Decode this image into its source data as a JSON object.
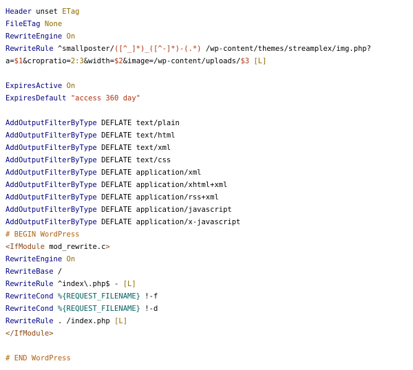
{
  "lines": [
    [
      {
        "c": "k",
        "t": "Header"
      },
      {
        "c": "v",
        "t": " unset "
      },
      {
        "c": "n",
        "t": "ETag"
      }
    ],
    [
      {
        "c": "k",
        "t": "FileETag"
      },
      {
        "c": "v",
        "t": " "
      },
      {
        "c": "n",
        "t": "None"
      }
    ],
    [
      {
        "c": "k",
        "t": "RewriteEngine"
      },
      {
        "c": "v",
        "t": " "
      },
      {
        "c": "n",
        "t": "On"
      }
    ],
    [
      {
        "c": "k",
        "t": "RewriteRule"
      },
      {
        "c": "v",
        "t": " ^smallposter/"
      },
      {
        "c": "s",
        "t": "([^_]*)_([^-]*)-(.*)"
      },
      {
        "c": "v",
        "t": " /wp-content/themes/streamplex/img.php?"
      }
    ],
    [
      {
        "c": "v",
        "t": "a="
      },
      {
        "c": "s",
        "t": "$1"
      },
      {
        "c": "v",
        "t": "&cropratio="
      },
      {
        "c": "n",
        "t": "2:3"
      },
      {
        "c": "v",
        "t": "&width="
      },
      {
        "c": "s",
        "t": "$2"
      },
      {
        "c": "v",
        "t": "&image=/wp-content/uploads/"
      },
      {
        "c": "s",
        "t": "$3"
      },
      {
        "c": "v",
        "t": " "
      },
      {
        "c": "n",
        "t": "[L]"
      }
    ],
    [],
    [
      {
        "c": "k",
        "t": "ExpiresActive"
      },
      {
        "c": "v",
        "t": " "
      },
      {
        "c": "n",
        "t": "On"
      }
    ],
    [
      {
        "c": "k",
        "t": "ExpiresDefault"
      },
      {
        "c": "v",
        "t": " "
      },
      {
        "c": "s",
        "t": "\"access 360 day\""
      }
    ],
    [],
    [
      {
        "c": "k",
        "t": "AddOutputFilterByType"
      },
      {
        "c": "v",
        "t": " DEFLATE text/plain"
      }
    ],
    [
      {
        "c": "k",
        "t": "AddOutputFilterByType"
      },
      {
        "c": "v",
        "t": " DEFLATE text/html"
      }
    ],
    [
      {
        "c": "k",
        "t": "AddOutputFilterByType"
      },
      {
        "c": "v",
        "t": " DEFLATE text/xml"
      }
    ],
    [
      {
        "c": "k",
        "t": "AddOutputFilterByType"
      },
      {
        "c": "v",
        "t": " DEFLATE text/css"
      }
    ],
    [
      {
        "c": "k",
        "t": "AddOutputFilterByType"
      },
      {
        "c": "v",
        "t": " DEFLATE application/xml"
      }
    ],
    [
      {
        "c": "k",
        "t": "AddOutputFilterByType"
      },
      {
        "c": "v",
        "t": " DEFLATE application/xhtml+xml"
      }
    ],
    [
      {
        "c": "k",
        "t": "AddOutputFilterByType"
      },
      {
        "c": "v",
        "t": " DEFLATE application/rss+xml"
      }
    ],
    [
      {
        "c": "k",
        "t": "AddOutputFilterByType"
      },
      {
        "c": "v",
        "t": " DEFLATE application/javascript"
      }
    ],
    [
      {
        "c": "k",
        "t": "AddOutputFilterByType"
      },
      {
        "c": "v",
        "t": " DEFLATE application/x-javascript"
      }
    ],
    [
      {
        "c": "c",
        "t": "# BEGIN WordPress"
      }
    ],
    [
      {
        "c": "t",
        "t": "<IfModule"
      },
      {
        "c": "v",
        "t": " mod_rewrite.c"
      },
      {
        "c": "t",
        "t": ">"
      }
    ],
    [
      {
        "c": "k",
        "t": "RewriteEngine"
      },
      {
        "c": "v",
        "t": " "
      },
      {
        "c": "n",
        "t": "On"
      }
    ],
    [
      {
        "c": "k",
        "t": "RewriteBase"
      },
      {
        "c": "v",
        "t": " /"
      }
    ],
    [
      {
        "c": "k",
        "t": "RewriteRule"
      },
      {
        "c": "v",
        "t": " ^index\\.php$ - "
      },
      {
        "c": "n",
        "t": "[L]"
      }
    ],
    [
      {
        "c": "k",
        "t": "RewriteCond"
      },
      {
        "c": "v",
        "t": " "
      },
      {
        "c": "r",
        "t": "%{REQUEST_FILENAME}"
      },
      {
        "c": "v",
        "t": " !-f"
      }
    ],
    [
      {
        "c": "k",
        "t": "RewriteCond"
      },
      {
        "c": "v",
        "t": " "
      },
      {
        "c": "r",
        "t": "%{REQUEST_FILENAME}"
      },
      {
        "c": "v",
        "t": " !-d"
      }
    ],
    [
      {
        "c": "k",
        "t": "RewriteRule"
      },
      {
        "c": "v",
        "t": " . /index.php "
      },
      {
        "c": "n",
        "t": "[L]"
      }
    ],
    [
      {
        "c": "t",
        "t": "</IfModule>"
      }
    ],
    [],
    [
      {
        "c": "c",
        "t": "# END WordPress"
      }
    ]
  ]
}
